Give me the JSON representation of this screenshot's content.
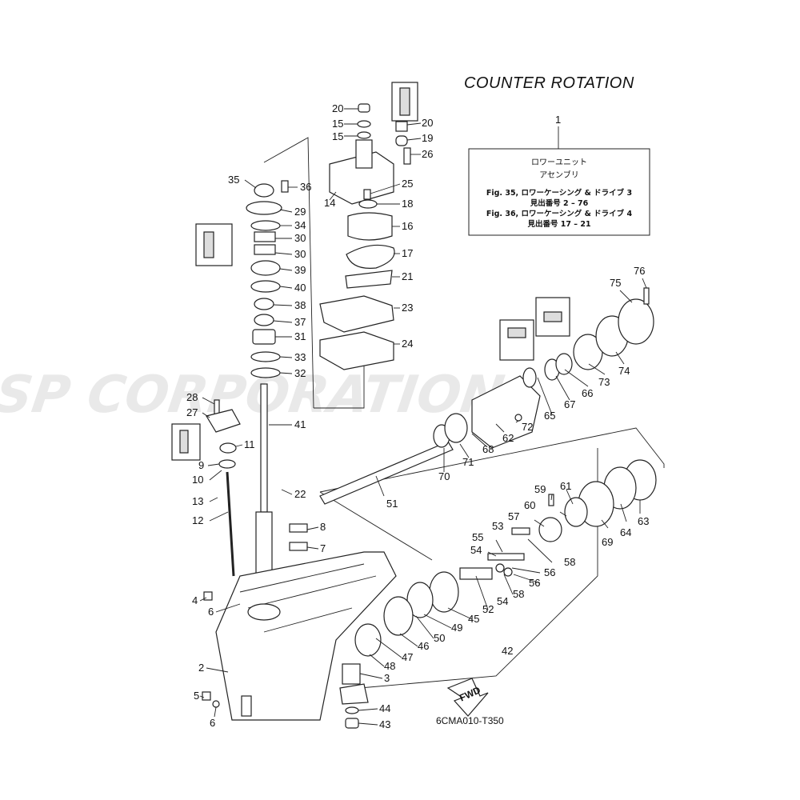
{
  "title": "COUNTER  ROTATION",
  "watermark": "JSP CORPORATION",
  "diagram_code": "6CMA010-T350",
  "fwd_label": "FWD",
  "info_box": {
    "ref": "1",
    "line1": "ロワーユニット",
    "line2": "アセンブリ",
    "line3": "Fig. 35, ロワーケーシング & ドライブ 3",
    "line4": "見出番号 2 – 76",
    "line5": "Fig. 36, ロワーケーシング & ドライブ 4",
    "line6": "見出番号 17 – 21"
  },
  "callouts": {
    "c2": "2",
    "c3": "3",
    "c4": "4",
    "c5": "5",
    "c6a": "6",
    "c6b": "6",
    "c7": "7",
    "c8": "8",
    "c9": "9",
    "c10": "10",
    "c11": "11",
    "c12": "12",
    "c13": "13",
    "c14": "14",
    "c15a": "15",
    "c15b": "15",
    "c16": "16",
    "c17": "17",
    "c18": "18",
    "c19": "19",
    "c20a": "20",
    "c20b": "20",
    "c21": "21",
    "c22": "22",
    "c23": "23",
    "c24": "24",
    "c25": "25",
    "c26": "26",
    "c27": "27",
    "c28": "28",
    "c29": "29",
    "c30a": "30",
    "c30b": "30",
    "c31": "31",
    "c32": "32",
    "c33": "33",
    "c34": "34",
    "c35": "35",
    "c36": "36",
    "c37": "37",
    "c38": "38",
    "c39": "39",
    "c40": "40",
    "c41": "41",
    "c42": "42",
    "c43": "43",
    "c44": "44",
    "c45": "45",
    "c46": "46",
    "c47": "47",
    "c48": "48",
    "c49": "49",
    "c50": "50",
    "c51": "51",
    "c52": "52",
    "c53": "53",
    "c54a": "54",
    "c54b": "54",
    "c55": "55",
    "c56a": "56",
    "c56b": "56",
    "c57": "57",
    "c58a": "58",
    "c58b": "58",
    "c59": "59",
    "c60": "60",
    "c61": "61",
    "c62": "62",
    "c63": "63",
    "c64": "64",
    "c65": "65",
    "c66": "66",
    "c67": "67",
    "c68": "68",
    "c69": "69",
    "c70": "70",
    "c71": "71",
    "c72": "72",
    "c73": "73",
    "c74": "74",
    "c75": "75",
    "c76": "76"
  }
}
